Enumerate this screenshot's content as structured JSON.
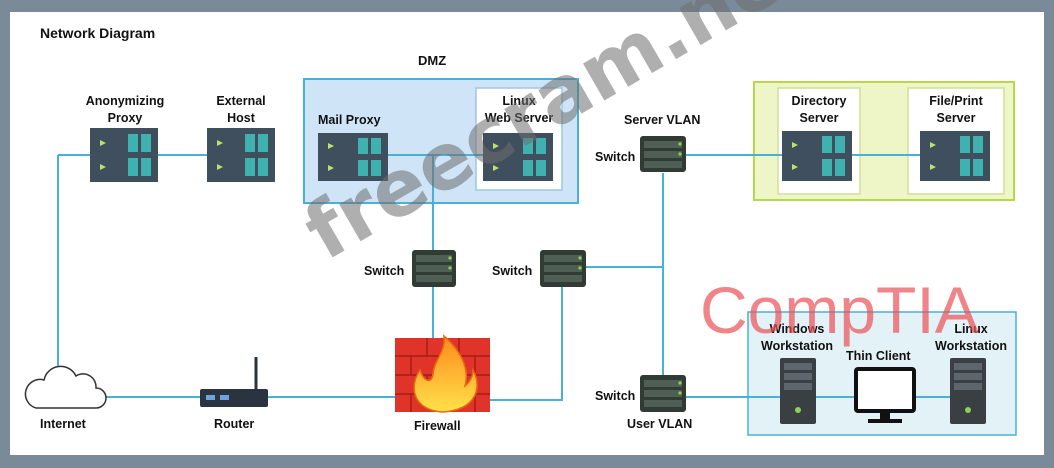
{
  "diagram": {
    "title": "Network Diagram",
    "zones": {
      "dmz": "DMZ",
      "server_vlan": "Server VLAN",
      "user_vlan": "User VLAN"
    },
    "nodes": {
      "anonymizing_proxy": "Anonymizing\nProxy",
      "external_host": "External\nHost",
      "mail_proxy": "Mail Proxy",
      "linux_web_server": "Linux\nWeb Server",
      "directory_server": "Directory\nServer",
      "file_print_server": "File/Print\nServer",
      "switch_server": "Switch",
      "switch_dmz": "Switch",
      "switch_core": "Switch",
      "switch_user": "Switch",
      "windows_workstation": "Windows\nWorkstation",
      "thin_client": "Thin Client",
      "linux_workstation": "Linux\nWorkstation",
      "internet": "Internet",
      "router": "Router",
      "firewall": "Firewall"
    },
    "watermarks": {
      "site": "freecram.net",
      "brand": "CompTIA"
    },
    "colors": {
      "link": "#4ab0d8",
      "dmz_fill": "#cfe4f6",
      "server_zone_fill": "#eef5c6",
      "server_zone_border": "#b7d84a",
      "user_zone_fill": "#e2f2f7",
      "server_body": "#3f4f5d",
      "server_accent": "#3fb2b0"
    }
  }
}
